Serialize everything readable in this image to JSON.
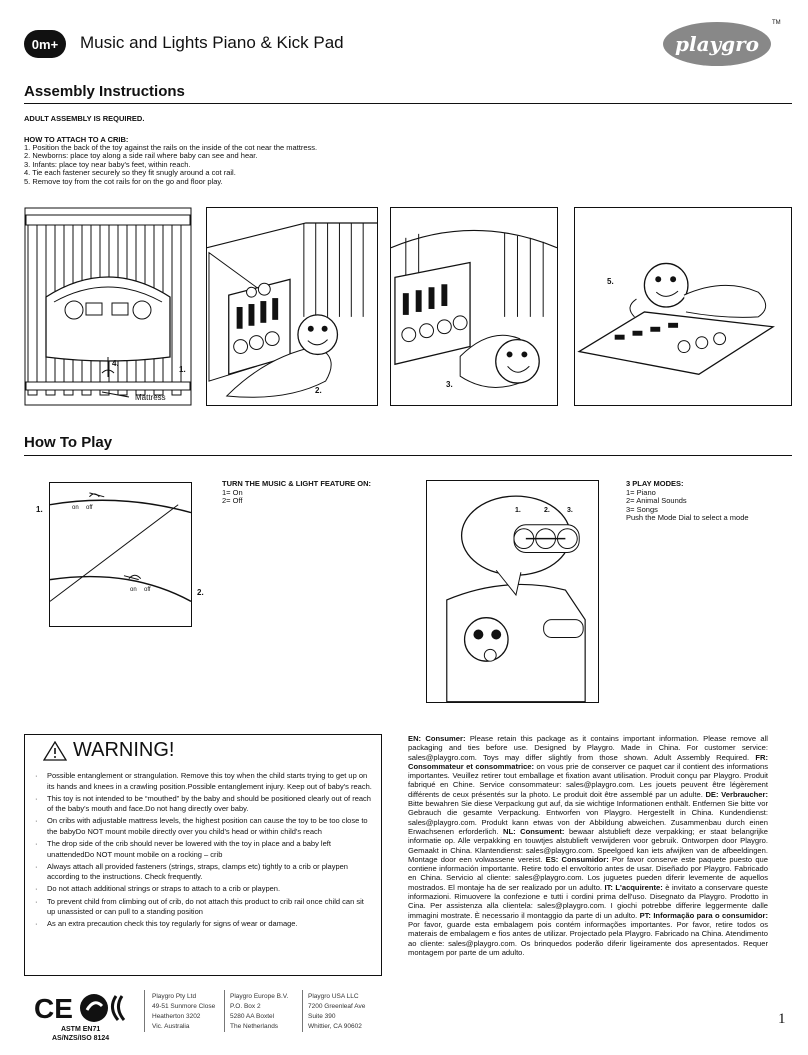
{
  "header": {
    "age_badge": "0m+",
    "title": "Music and Lights Piano & Kick Pad",
    "logo": "playgro",
    "trademark": "TM"
  },
  "assembly": {
    "heading": "Assembly Instructions",
    "adult_required": "ADULT ASSEMBLY IS REQUIRED.",
    "crib_heading": "HOW TO ATTACH TO A CRIB:",
    "steps": [
      "1. Position the back of the toy against the rails on the inside of the cot near the mattress.",
      "2. Newborns: place toy along a side rail where baby can see and hear.",
      "3. Infants: place toy near baby's feet, within reach.",
      "4. Tie each fastener securely so they fit snugly around a cot rail.",
      "5. Remove toy from the cot rails for on the go and floor play."
    ],
    "panel_labels": {
      "p1_a": "4.",
      "p1_b": "1.",
      "mattress": "Mattress",
      "p2": "2.",
      "p3": "3.",
      "p4": "5."
    }
  },
  "howto": {
    "heading": "How To Play",
    "left_labels": {
      "a": "1.",
      "b": "2.",
      "on": "on",
      "off": "off"
    },
    "switch_heading": "TURN THE MUSIC & LIGHT FEATURE ON:",
    "switch_lines": [
      "1= On",
      "2= Off"
    ],
    "modes_heading": "3 PLAY MODES:",
    "modes_lines": [
      "1= Piano",
      "2= Animal Sounds",
      "3= Songs",
      "Push the Mode Dial to select a mode"
    ],
    "dial_labels": [
      "1.",
      "2.",
      "3."
    ]
  },
  "warning": {
    "title": "WARNING!",
    "items": [
      "Possible entanglement or strangulation. Remove this toy when the child starts trying to get up on its hands and knees in a crawling position.Possible entanglement injury. Keep out of baby's reach.",
      "This toy is not intended to be “mouthed” by the baby and should be positioned clearly out of reach of the baby's mouth and face.Do not hang directly over baby.",
      "On cribs with adjustable mattress levels, the highest position can cause the toy to be too close to the babyDo NOT mount mobile directly over you child's head or within child's reach",
      "The drop side of the crib should never be lowered with the toy in place and a baby left unattendedDo NOT mount mobile on a rocking – crib",
      "Always attach all provided fasteners (strings, straps, clamps etc) tightly to a crib or playpen according to the instructions. Check frequently.",
      "Do not attach additional strings or straps to attach to a crib or playpen.",
      "To prevent child from climbing out of crib, do not attach this product to crib rail once child can sit up unassisted or can pull to a standing position",
      "As an extra precaution check this toy regularly for signs of wear or damage."
    ]
  },
  "consumer_notes": [
    {
      "label": "EN: Consumer:",
      "text": " Please retain this package as it contains important information. Please remove all packaging and ties before use. Designed by Playgro. Made in China. For customer service: sales@playgro.com. Toys may differ slightly from those shown. Adult Assembly Required. "
    },
    {
      "label": "FR: Consommateur et consommatrice:",
      "text": " on vous prie de conserver ce paquet car il contient des informations importantes. Veuillez retirer tout emballage et fixation avant utilisation. Produit conçu par Playgro. Produit fabriqué en Chine. Service consommateur: sales@playgro.com. Les jouets peuvent être légèrement différents de ceux présentés sur la photo. Le produit doit être assemblé par un adulte. "
    },
    {
      "label": "DE: Verbraucher:",
      "text": " Bitte bewahren Sie diese Verpackung gut auf, da sie wichtige Informationen enthält. Entfernen Sie bitte vor Gebrauch die gesamte Verpackung. Entworfen von Playgro. Hergestellt in China. Kundendienst: sales@playgro.com. Produkt kann etwas von der Abbildung abweichen. Zusammenbau durch einen Erwachsenen erforderlich. "
    },
    {
      "label": "NL: Consument:",
      "text": " bewaar alstublieft deze verpakking; er staat belangrijke informatie op. Alle verpakking en touwtjes alstublieft verwijderen voor gebruik. Ontworpen door Playgro.  Gemaakt in China. Klantendienst: sales@playgro.com. Speelgoed kan iets afwijken van de afbeeldingen. Montage door een volwassene vereist. "
    },
    {
      "label": "ES: Consumidor:",
      "text": " Por favor conserve este paquete puesto que contiene información importante. Retire todo el envoltorio antes de usar. Diseñado por Playgro. Fabricado en China. Servicio al cliente: sales@playgro.com. Los juguetes pueden diferir levemente de aquellos mostrados. El montaje ha de ser realizado por un adulto. "
    },
    {
      "label": "IT: L'acquirente:",
      "text": " è invitato a conservare queste informazioni. Rimuovere la confezione e tutti i cordini prima dell'uso. Disegnato da Playgro. Prodotto in Cina. Per assistenza alla clientela: sales@playgro.com. I giochi potrebbe differire leggermente dalle immagini mostrate. È necessario il montaggio da parte di un adulto. "
    },
    {
      "label": "PT: Informação para o consumidor:",
      "text": " Por favor, guarde esta embalagem pois contém informações importantes. Por favor, retire todos os materais de embalagem e fios antes de utilizar. Projectado pela Playgro. Fabricado na China. Atendimento ao cliente: sales@playgro.com. Os brinquedos poderão diferir ligeiramente dos apresentados. Requer montagem por parte de um adulto."
    }
  ],
  "footer": {
    "cert_marks": "CE",
    "standards": [
      "ASTM EN71",
      "AS/NZS/ISO 8124"
    ],
    "addresses": [
      [
        "Playgro Pty Ltd",
        "49-51 Sunmore Close",
        "Heatherton 3202",
        "Vic. Australia"
      ],
      [
        "Playgro Europe B.V.",
        "P.O. Box 2",
        "5280 AA Boxtel",
        "The Netherlands"
      ],
      [
        "Playgro USA LLC",
        "7200 Greenleaf Ave",
        "Suite 390",
        "Whittier, CA 90602"
      ]
    ],
    "page_number": "1"
  }
}
